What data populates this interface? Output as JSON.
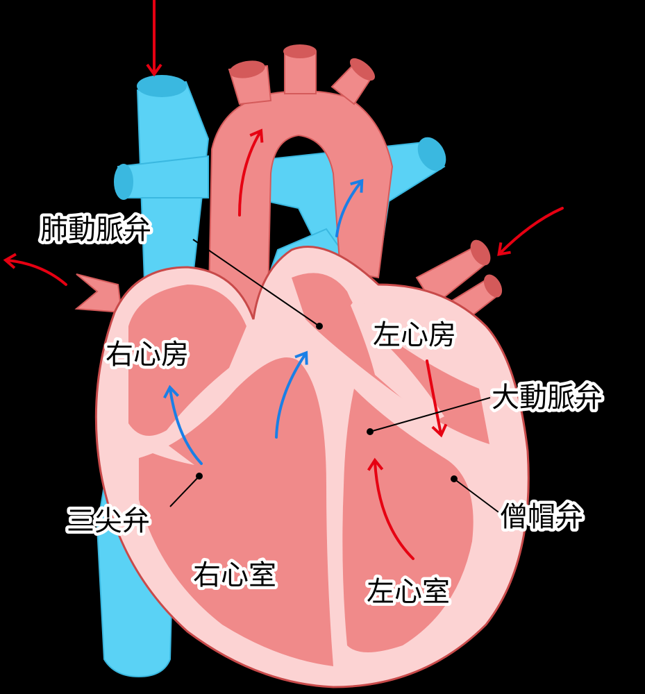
{
  "colors": {
    "background": "#000000",
    "vein_blue": "#5ad2f5",
    "vein_blue_dark": "#3ab8e0",
    "artery": "#f08a8a",
    "artery_dark": "#d45a5a",
    "heart_outer": "#fcd3d3",
    "chamber": "#f08a8a",
    "outline": "#c84a4a",
    "arrow_red": "#e60012",
    "arrow_blue": "#1a7fe6"
  },
  "labels": {
    "pulmonary_valve": "肺動脈弁",
    "right_atrium": "右心房",
    "left_atrium": "左心房",
    "aortic_valve": "大動脈弁",
    "tricuspid_valve": "三尖弁",
    "mitral_valve": "僧帽弁",
    "right_ventricle": "右心室",
    "left_ventricle": "左心室"
  },
  "icons": {
    "flow_arrow_red": "oxygenated-flow-arrow-icon",
    "flow_arrow_blue": "deoxygenated-flow-arrow-icon"
  }
}
